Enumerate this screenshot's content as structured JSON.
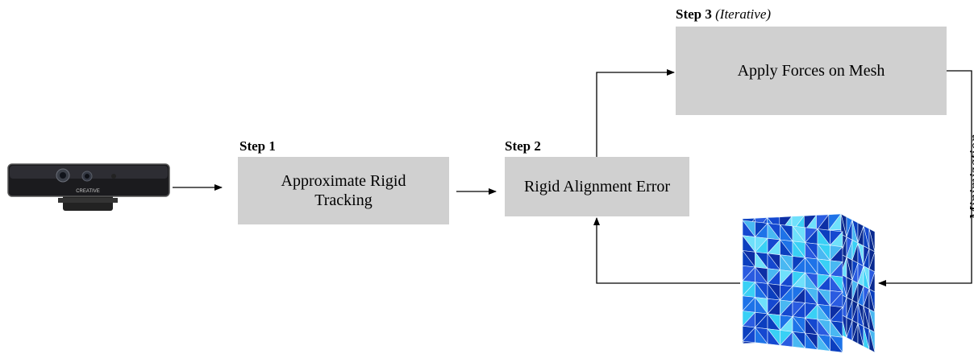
{
  "steps": {
    "step1": {
      "label": "Step 1",
      "box_lines": [
        "Approximate Rigid",
        "Tracking"
      ]
    },
    "step2": {
      "label": "Step 2",
      "box_text": "Rigid Alignment Error"
    },
    "step3": {
      "label": "Step 3",
      "note": "(Iterative)",
      "box_text": "Apply Forces on Mesh"
    }
  },
  "loop_label": "Minimization",
  "camera": {
    "brand": "CREATIVE",
    "icon": "depth-camera-icon"
  },
  "mesh": {
    "icon": "deformable-cube-mesh-icon"
  },
  "colors": {
    "box_fill": "#d0d0d0",
    "mesh_blue": "#1e73e8",
    "mesh_cyan": "#39d0f5"
  }
}
